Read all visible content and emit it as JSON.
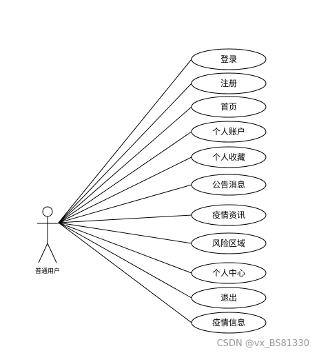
{
  "actor": {
    "label": "普通用户"
  },
  "use_cases": [
    {
      "label": "登录"
    },
    {
      "label": "注册"
    },
    {
      "label": "首页"
    },
    {
      "label": "个人账户"
    },
    {
      "label": "个人收藏"
    },
    {
      "label": "公告消息"
    },
    {
      "label": "疫情资讯"
    },
    {
      "label": "风险区域"
    },
    {
      "label": "个人中心"
    },
    {
      "label": "退出"
    },
    {
      "label": "疫情信息"
    }
  ],
  "watermark": {
    "text": "CSDN @vx_BS81330"
  },
  "colors": {
    "stroke": "#000000",
    "background": "#ffffff",
    "watermark": "#9a9a9a"
  }
}
